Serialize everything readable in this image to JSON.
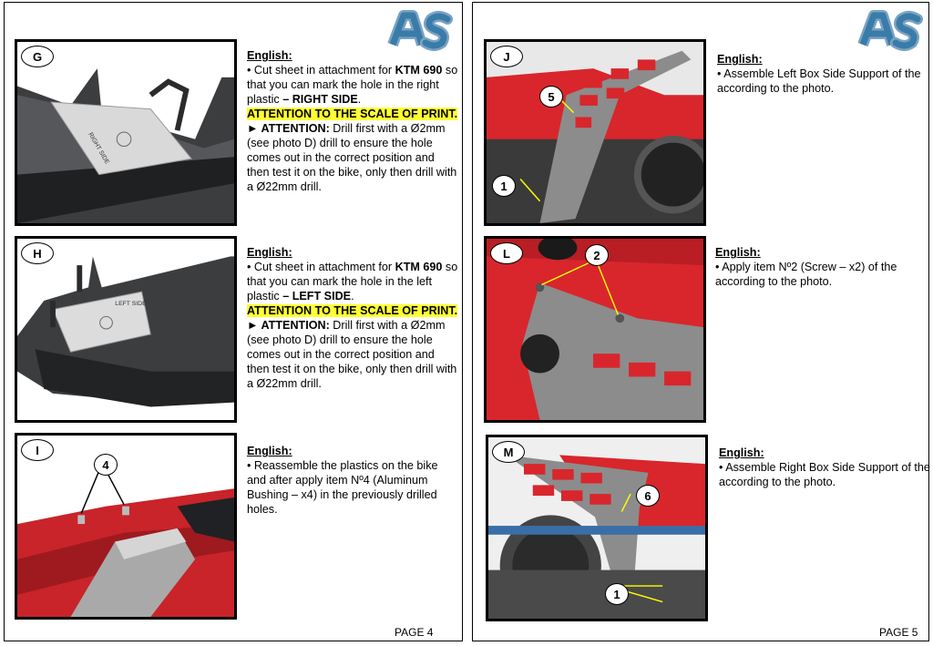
{
  "page4": {
    "page_label": "PAGE 4",
    "steps": [
      {
        "letter": "G",
        "heading": "English:",
        "line1_a": "• Cut sheet in attachment for ",
        "line1_b": "KTM 690",
        "line1_c": " so that you can mark the hole in the right plastic ",
        "line1_d": "– RIGHT SIDE",
        "line1_e": ".",
        "highlight": "ATTENTION TO THE SCALE OF PRINT.",
        "attention_label": "► ATTENTION:",
        "attention_text": " Drill first with a Ø2mm (see photo D) drill to ensure the hole comes out in the correct position and then test it on the bike, only then drill with a Ø22mm drill.",
        "sheet_text": "RIGHT SIDE"
      },
      {
        "letter": "H",
        "heading": "English:",
        "line1_a": "• Cut sheet in attachment for ",
        "line1_b": "KTM 690",
        "line1_c": " so that you can mark the hole in the left plastic ",
        "line1_d": "– LEFT SIDE",
        "line1_e": ".",
        "highlight": "ATTENTION TO THE SCALE OF PRINT.",
        "attention_label": "► ATTENTION:",
        "attention_text": " Drill first with a Ø2mm (see photo D) drill to ensure the hole comes out in the correct position and then test it on the bike, only then drill with a Ø22mm drill.",
        "sheet_text": "LEFT SIDE"
      },
      {
        "letter": "I",
        "heading": "English:",
        "body": "• Reassemble the plastics on the bike and after apply item Nº4 (Aluminum Bushing – x4) in the previously drilled holes.",
        "callouts": [
          "4"
        ]
      }
    ]
  },
  "page5": {
    "page_label": "PAGE 5",
    "steps": [
      {
        "letter": "J",
        "heading": "English:",
        "body": "• Assemble Left Box Side Support of the according to the photo.",
        "callouts": [
          "5",
          "1"
        ]
      },
      {
        "letter": "L",
        "heading": "English:",
        "body": "• Apply item Nº2  (Screw – x2) of the according to the photo.",
        "callouts": [
          "2"
        ]
      },
      {
        "letter": "M",
        "heading": "English:",
        "body": "• Assemble Right Box Side Support of the according to the photo.",
        "callouts": [
          "6",
          "1"
        ]
      }
    ]
  },
  "colors": {
    "logo": "#3a7ca8",
    "highlight": "#ffff33",
    "bike_red": "#d8262c",
    "arrow": "#ffff00"
  }
}
